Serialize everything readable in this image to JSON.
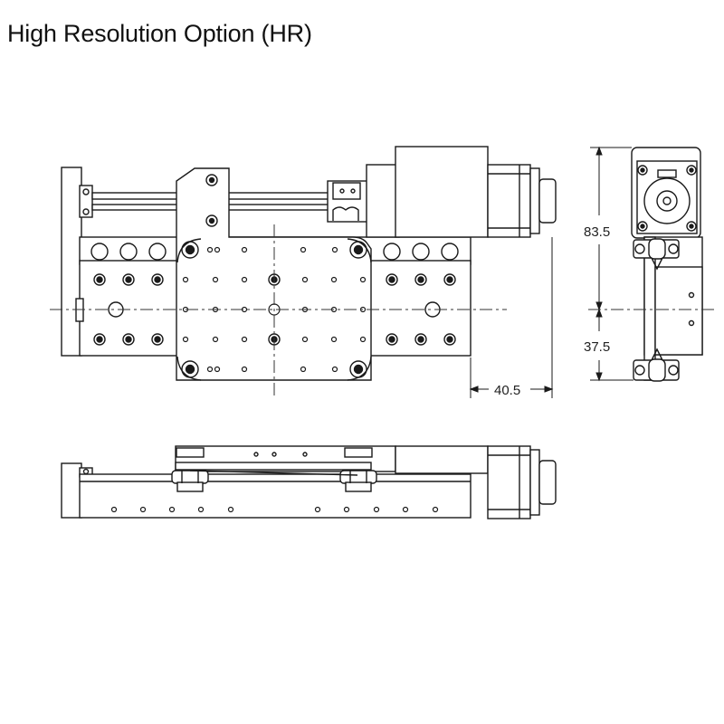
{
  "title": "High Resolution Option (HR)",
  "dimensions": {
    "height_total": "83.5",
    "height_lower": "37.5",
    "motor_overhang": "40.5"
  },
  "colors": {
    "line": "#1a1a1a",
    "fill": "#ffffff",
    "centerline": "#333333"
  }
}
